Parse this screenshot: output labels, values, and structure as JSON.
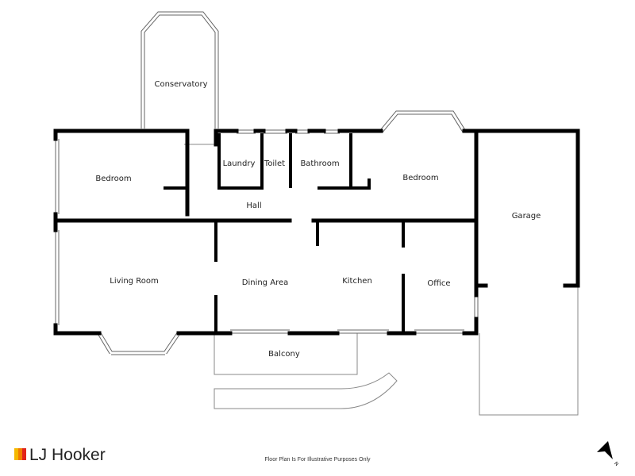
{
  "rooms": {
    "conservatory": "Conservatory",
    "bedroom1": "Bedroom",
    "laundry": "Laundry",
    "toilet": "Toilet",
    "bathroom": "Bathroom",
    "bedroom2": "Bedroom",
    "hall": "Hall",
    "garage": "Garage",
    "living_room": "Living Room",
    "dining_area": "Dining Area",
    "kitchen": "Kitchen",
    "office": "Office",
    "balcony": "Balcony"
  },
  "footer": {
    "brand": "LJ Hooker",
    "brand_colors": [
      "#f5b800",
      "#f07d00",
      "#e2231a"
    ],
    "disclaimer": "Floor Plan Is For Illustrative Purposes Only",
    "north_label": "N"
  }
}
